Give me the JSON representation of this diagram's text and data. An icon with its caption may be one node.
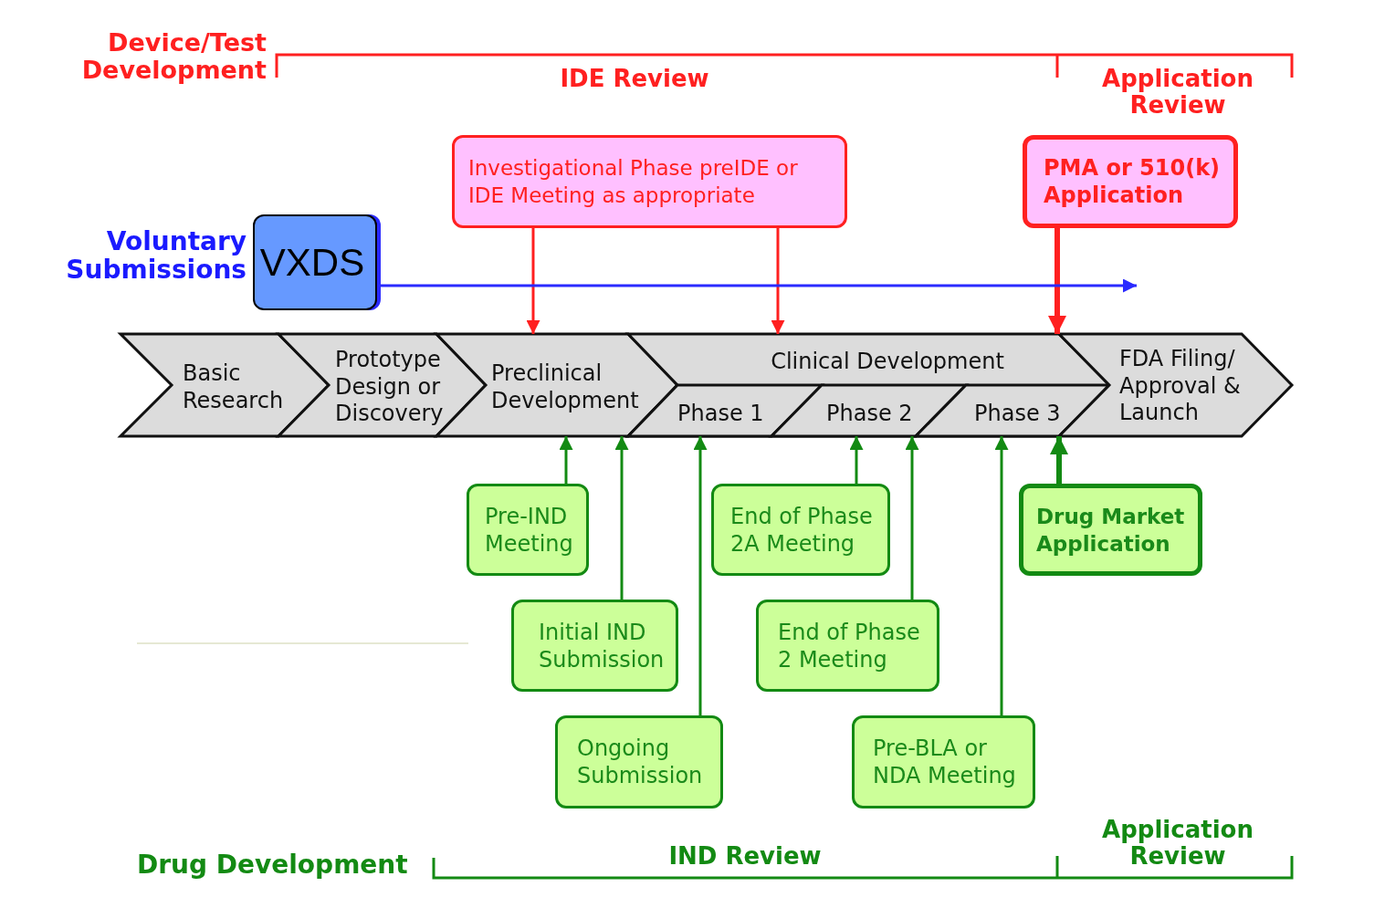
{
  "diagram": {
    "nodes": [
      {
        "text": [
          "Basic Research"
        ]
      },
      {
        "text": [
          "Prototype Design or Discovery"
        ]
      },
      {
        "text": [
          "Preclinical Development"
        ]
      },
      {
        "text": [
          "Clinical Development"
        ]
      },
      {
        "text": [
          "Phase 1"
        ],
        "in": 3
      },
      {
        "text": [
          "Phase 2"
        ],
        "in": 3
      },
      {
        "text": [
          "Phase 3"
        ],
        "in": 3
      },
      {
        "text": [
          "FDA Filing/ Approval & Launch"
        ]
      },
      {
        "text": [
          "Investigational Phase preIDE or IDE Meeting as appropriate"
        ]
      },
      {
        "text": [
          "PMA or 510(k) Application"
        ]
      },
      {
        "text": [
          "VXDS"
        ]
      },
      {
        "text": [
          "Pre-IND Meeting"
        ]
      },
      {
        "text": [
          "Initial IND Submission"
        ]
      },
      {
        "text": [
          "Ongoing Submission"
        ]
      },
      {
        "text": [
          "End of Phase 2A Meeting"
        ]
      },
      {
        "text": [
          "End of Phase 2 Meeting"
        ]
      },
      {
        "text": [
          "Pre-BLA or NDA Meeting"
        ]
      },
      {
        "text": [
          "Drug Market Application"
        ]
      }
    ],
    "edges": [
      {
        "from": 8,
        "to": 2,
        "arrow": "to",
        "color": "#ff2020"
      },
      {
        "from": 8,
        "to": 3,
        "arrow": "to",
        "color": "#ff2020"
      },
      {
        "from": 9,
        "to": 7,
        "arrow": "to",
        "style": "thick",
        "color": "#ff2020"
      },
      {
        "from": 10,
        "to": null,
        "arrow": "to",
        "color": "#2a2aff"
      },
      {
        "from": 11,
        "to": 2,
        "arrow": "to"
      },
      {
        "from": 12,
        "to": 2,
        "arrow": "to"
      },
      {
        "from": 13,
        "to": 4,
        "arrow": "to"
      },
      {
        "from": 14,
        "to": 5,
        "arrow": "to"
      },
      {
        "from": 15,
        "to": 5,
        "arrow": "to"
      },
      {
        "from": 16,
        "to": 6,
        "arrow": "to"
      },
      {
        "from": 17,
        "to": 7,
        "arrow": "to",
        "style": "thick"
      }
    ],
    "labels": [
      "Device/Test Development",
      "IDE Review",
      "Application Review",
      "Voluntary Submissions",
      "Drug Development",
      "IND Review",
      "Application Review"
    ]
  }
}
